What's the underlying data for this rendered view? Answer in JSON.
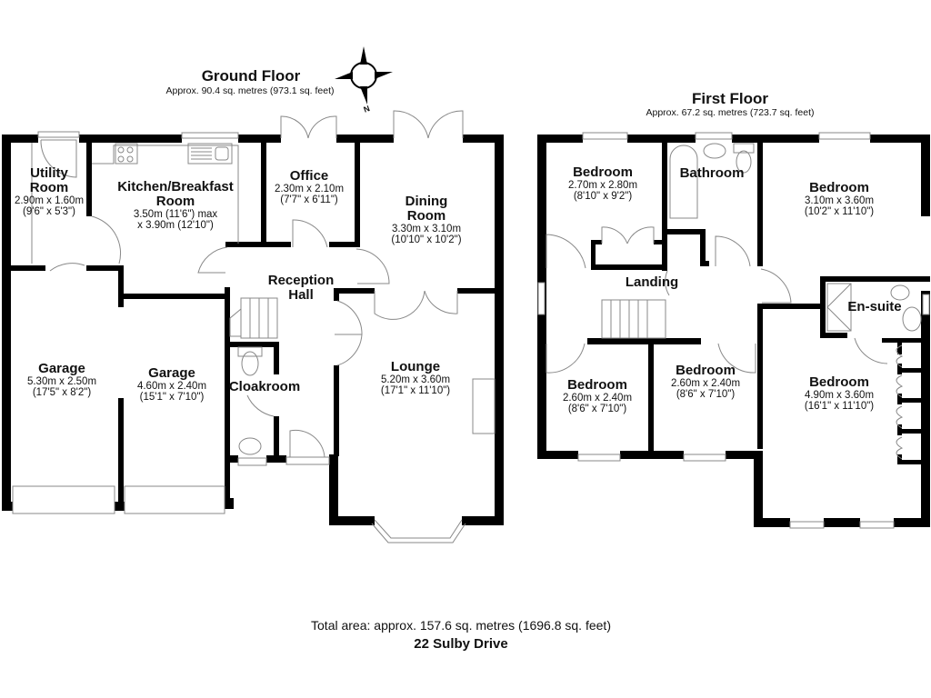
{
  "ground_floor": {
    "title": "Ground Floor",
    "area": "Approx. 90.4 sq. metres (973.1 sq. feet)",
    "compass_label": "N",
    "rooms": [
      {
        "name": "Utility Room",
        "line1": "Utility",
        "line2": "Room",
        "dim_m": "2.90m x 1.60m",
        "dim_ft": "(9'6\" x 5'3\")"
      },
      {
        "name": "Kitchen/Breakfast Room",
        "line1": "Kitchen/Breakfast",
        "line2": "Room",
        "dim_m": "3.50m (11'6\") max",
        "dim_ft": "x 3.90m (12'10\")"
      },
      {
        "name": "Office",
        "line1": "Office",
        "dim_m": "2.30m x 2.10m",
        "dim_ft": "(7'7\" x 6'11\")"
      },
      {
        "name": "Dining Room",
        "line1": "Dining",
        "line2": "Room",
        "dim_m": "3.30m x 3.10m",
        "dim_ft": "(10'10\" x 10'2\")"
      },
      {
        "name": "Reception Hall",
        "line1": "Reception",
        "line2": "Hall"
      },
      {
        "name": "Garage",
        "line1": "Garage",
        "dim_m": "5.30m x 2.50m",
        "dim_ft": "(17'5\" x 8'2\")"
      },
      {
        "name": "Garage",
        "line1": "Garage",
        "dim_m": "4.60m x 2.40m",
        "dim_ft": "(15'1\" x 7'10\")"
      },
      {
        "name": "Cloakroom",
        "line1": "Cloakroom"
      },
      {
        "name": "Lounge",
        "line1": "Lounge",
        "dim_m": "5.20m x 3.60m",
        "dim_ft": "(17'1\" x 11'10\")"
      }
    ]
  },
  "first_floor": {
    "title": "First Floor",
    "area": "Approx. 67.2 sq. metres (723.7 sq. feet)",
    "rooms": [
      {
        "name": "Bedroom",
        "line1": "Bedroom",
        "dim_m": "2.70m x 2.80m",
        "dim_ft": "(8'10\" x 9'2\")"
      },
      {
        "name": "Bathroom",
        "line1": "Bathroom"
      },
      {
        "name": "Bedroom",
        "line1": "Bedroom",
        "dim_m": "3.10m x 3.60m",
        "dim_ft": "(10'2\" x 11'10\")"
      },
      {
        "name": "Landing",
        "line1": "Landing"
      },
      {
        "name": "En-suite",
        "line1": "En-suite"
      },
      {
        "name": "Bedroom",
        "line1": "Bedroom",
        "dim_m": "2.60m x 2.40m",
        "dim_ft": "(8'6\" x 7'10\")"
      },
      {
        "name": "Bedroom",
        "line1": "Bedroom",
        "dim_m": "2.60m x 2.40m",
        "dim_ft": "(8'6\" x 7'10\")"
      },
      {
        "name": "Bedroom",
        "line1": "Bedroom",
        "dim_m": "4.90m x 3.60m",
        "dim_ft": "(16'1\" x 11'10\")"
      }
    ]
  },
  "footer": {
    "total_area": "Total area: approx. 157.6 sq. metres (1696.8 sq. feet)",
    "address": "22 Sulby Drive"
  },
  "colors": {
    "wall": "#000000",
    "line": "#888888",
    "background": "#ffffff"
  }
}
